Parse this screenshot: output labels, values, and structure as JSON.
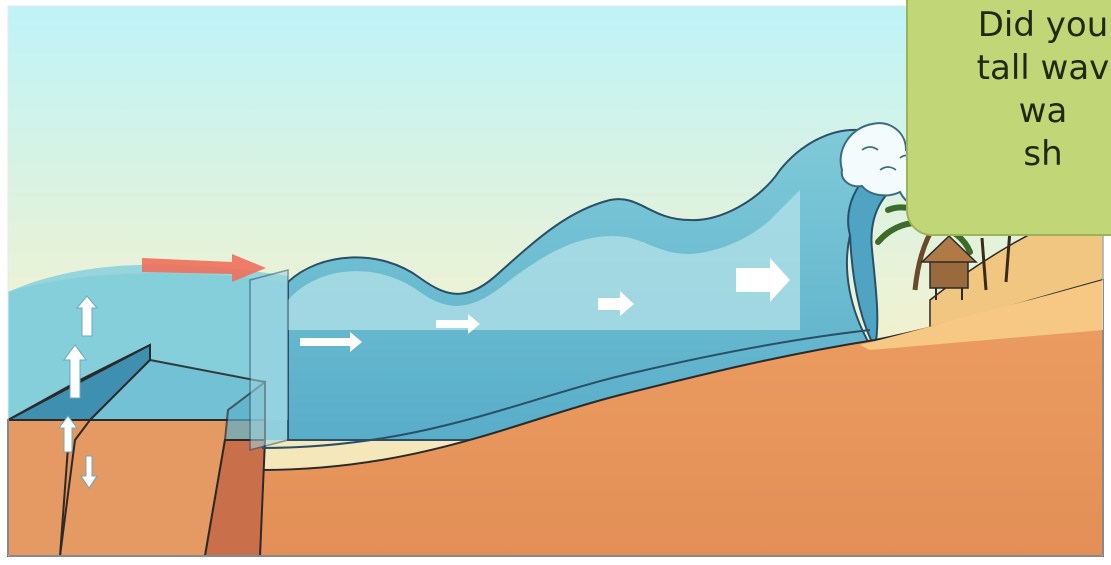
{
  "callout": {
    "lines": [
      "Did you",
      "tall wav",
      "wa",
      "sh"
    ]
  },
  "colors": {
    "sky_top": "#bff3f7",
    "sky_bottom": "#f8e0a8",
    "sea_light": "#a9dfe2",
    "sea_mid": "#7ac9d6",
    "sea_deep": "#55a9c8",
    "seabed": "#e59a63",
    "sand": "#f4c47d",
    "callout_bg": "#c1d676",
    "motion_arrow": "#ee6f5a"
  },
  "icons": [
    "up-arrow-icon",
    "down-arrow-icon",
    "right-arrow-icon",
    "palm-tree-icon",
    "hut-icon",
    "wave-crest-icon"
  ]
}
